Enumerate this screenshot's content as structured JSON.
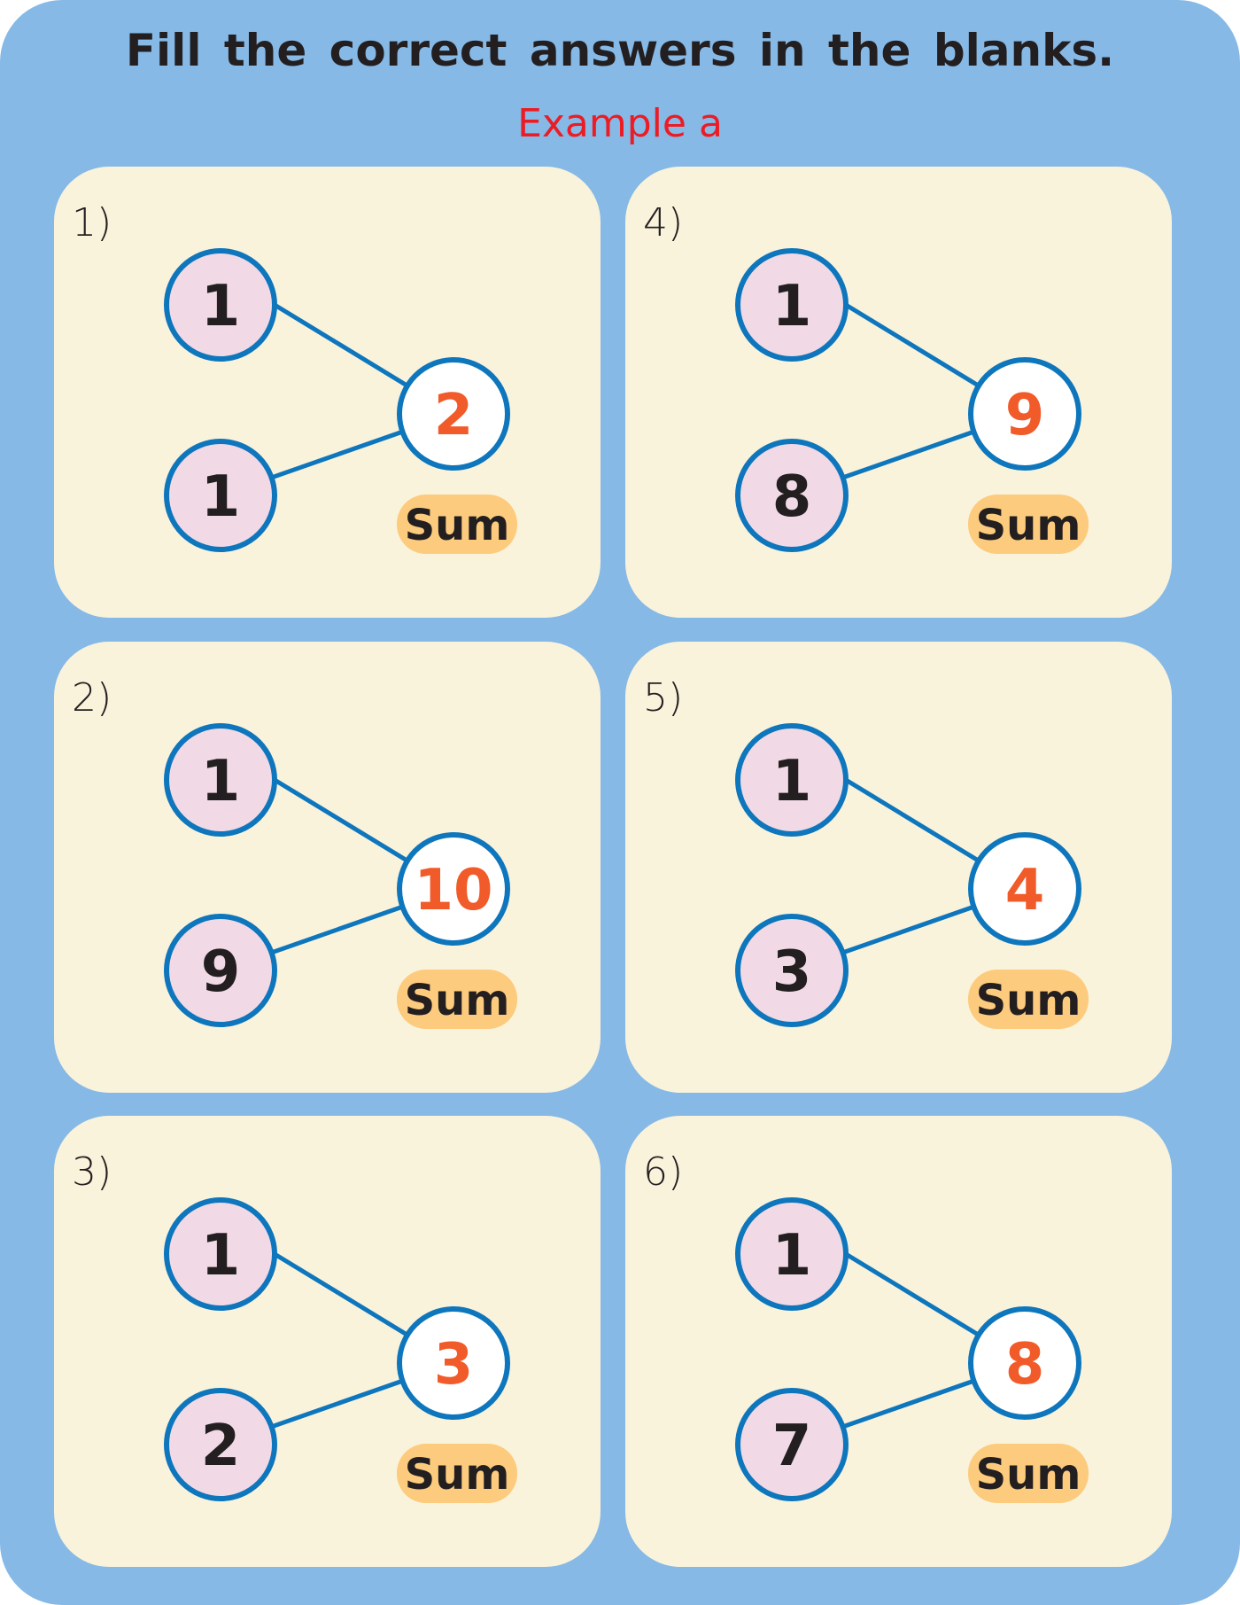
{
  "title": "Fill the correct answers in the blanks.",
  "subtitle": "Example a",
  "sum_label": "Sum",
  "colors": {
    "background": "#86b9e6",
    "card": "#faf3dc",
    "part_fill": "#f2d9e6",
    "ring": "#0e76bc",
    "answer": "#f15a29",
    "badge": "#fdcb7d"
  },
  "problems": [
    {
      "label": "1)",
      "top": "1",
      "bottom": "1",
      "sum": "2"
    },
    {
      "label": "2)",
      "top": "1",
      "bottom": "9",
      "sum": "10"
    },
    {
      "label": "3)",
      "top": "1",
      "bottom": "2",
      "sum": "3"
    },
    {
      "label": "4)",
      "top": "1",
      "bottom": "8",
      "sum": "9"
    },
    {
      "label": "5)",
      "top": "1",
      "bottom": "3",
      "sum": "4"
    },
    {
      "label": "6)",
      "top": "1",
      "bottom": "7",
      "sum": "8"
    }
  ]
}
